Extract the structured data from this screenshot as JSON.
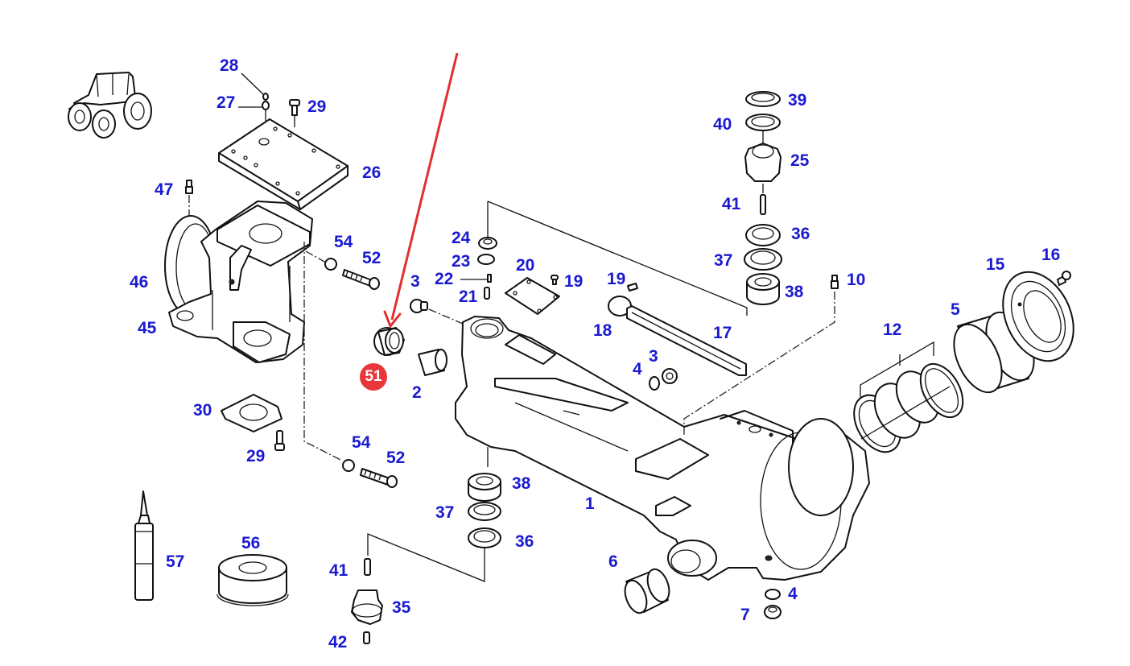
{
  "diagram": {
    "title": "Front axle housing exploded parts diagram",
    "colors": {
      "label": "#1a1ad1",
      "highlight_badge": "#e8363a",
      "highlight_arrow": "#e0302f",
      "line": "#111111"
    },
    "highlighted_part": "51",
    "parts": [
      {
        "id": "tractor",
        "name": "tractor-icon"
      },
      {
        "id": "1",
        "name": "axle-housing"
      },
      {
        "id": "2",
        "name": "bushing"
      },
      {
        "id": "3",
        "name": "plug"
      },
      {
        "id": "4",
        "name": "washer"
      },
      {
        "id": "5",
        "name": "ring"
      },
      {
        "id": "6",
        "name": "bushing"
      },
      {
        "id": "7",
        "name": "plug"
      },
      {
        "id": "10",
        "name": "grease-nipple"
      },
      {
        "id": "12",
        "name": "bearing-set"
      },
      {
        "id": "15",
        "name": "seal-housing"
      },
      {
        "id": "16",
        "name": "screw"
      },
      {
        "id": "17",
        "name": "strip"
      },
      {
        "id": "18",
        "name": "plate"
      },
      {
        "id": "19",
        "name": "screw"
      },
      {
        "id": "20",
        "name": "cover"
      },
      {
        "id": "21",
        "name": "screw"
      },
      {
        "id": "22",
        "name": "pin"
      },
      {
        "id": "23",
        "name": "washer"
      },
      {
        "id": "24",
        "name": "cap"
      },
      {
        "id": "25",
        "name": "king-pin"
      },
      {
        "id": "26",
        "name": "cover-plate"
      },
      {
        "id": "27",
        "name": "o-ring"
      },
      {
        "id": "28",
        "name": "o-ring"
      },
      {
        "id": "29",
        "name": "screw"
      },
      {
        "id": "30",
        "name": "flange"
      },
      {
        "id": "35",
        "name": "king-pin"
      },
      {
        "id": "36",
        "name": "seal"
      },
      {
        "id": "37",
        "name": "ring"
      },
      {
        "id": "38",
        "name": "bearing"
      },
      {
        "id": "39",
        "name": "shim"
      },
      {
        "id": "40",
        "name": "shim"
      },
      {
        "id": "41",
        "name": "pin"
      },
      {
        "id": "42",
        "name": "screw"
      },
      {
        "id": "45",
        "name": "swivel-housing"
      },
      {
        "id": "46",
        "name": "seal"
      },
      {
        "id": "47",
        "name": "grease-nipple"
      },
      {
        "id": "51",
        "name": "seal-ring"
      },
      {
        "id": "52",
        "name": "bolt"
      },
      {
        "id": "54",
        "name": "nut"
      },
      {
        "id": "56",
        "name": "tool"
      },
      {
        "id": "57",
        "name": "sealant-tube"
      }
    ],
    "labels": {
      "l28": "28",
      "l27": "27",
      "l29a": "29",
      "l26": "26",
      "l47": "47",
      "l54a": "54",
      "l52a": "52",
      "l46": "46",
      "l45": "45",
      "l51": "51",
      "l3a": "3",
      "l2": "2",
      "l24": "24",
      "l23": "23",
      "l22": "22",
      "l21": "21",
      "l20": "20",
      "l19a": "19",
      "l19b": "19",
      "l18": "18",
      "l17": "17",
      "l4a": "4",
      "l3b": "3",
      "l39": "39",
      "l40": "40",
      "l25": "25",
      "l41a": "41",
      "l36a": "36",
      "l37a": "37",
      "l38a": "38",
      "l10": "10",
      "l15": "15",
      "l16": "16",
      "l12": "12",
      "l5": "5",
      "l30": "30",
      "l29b": "29",
      "l54b": "54",
      "l52b": "52",
      "l38b": "38",
      "l37b": "37",
      "l36b": "36",
      "l1": "1",
      "l57": "57",
      "l56": "56",
      "l41b": "41",
      "l35": "35",
      "l42": "42",
      "l6": "6",
      "l4b": "4",
      "l7": "7"
    }
  }
}
